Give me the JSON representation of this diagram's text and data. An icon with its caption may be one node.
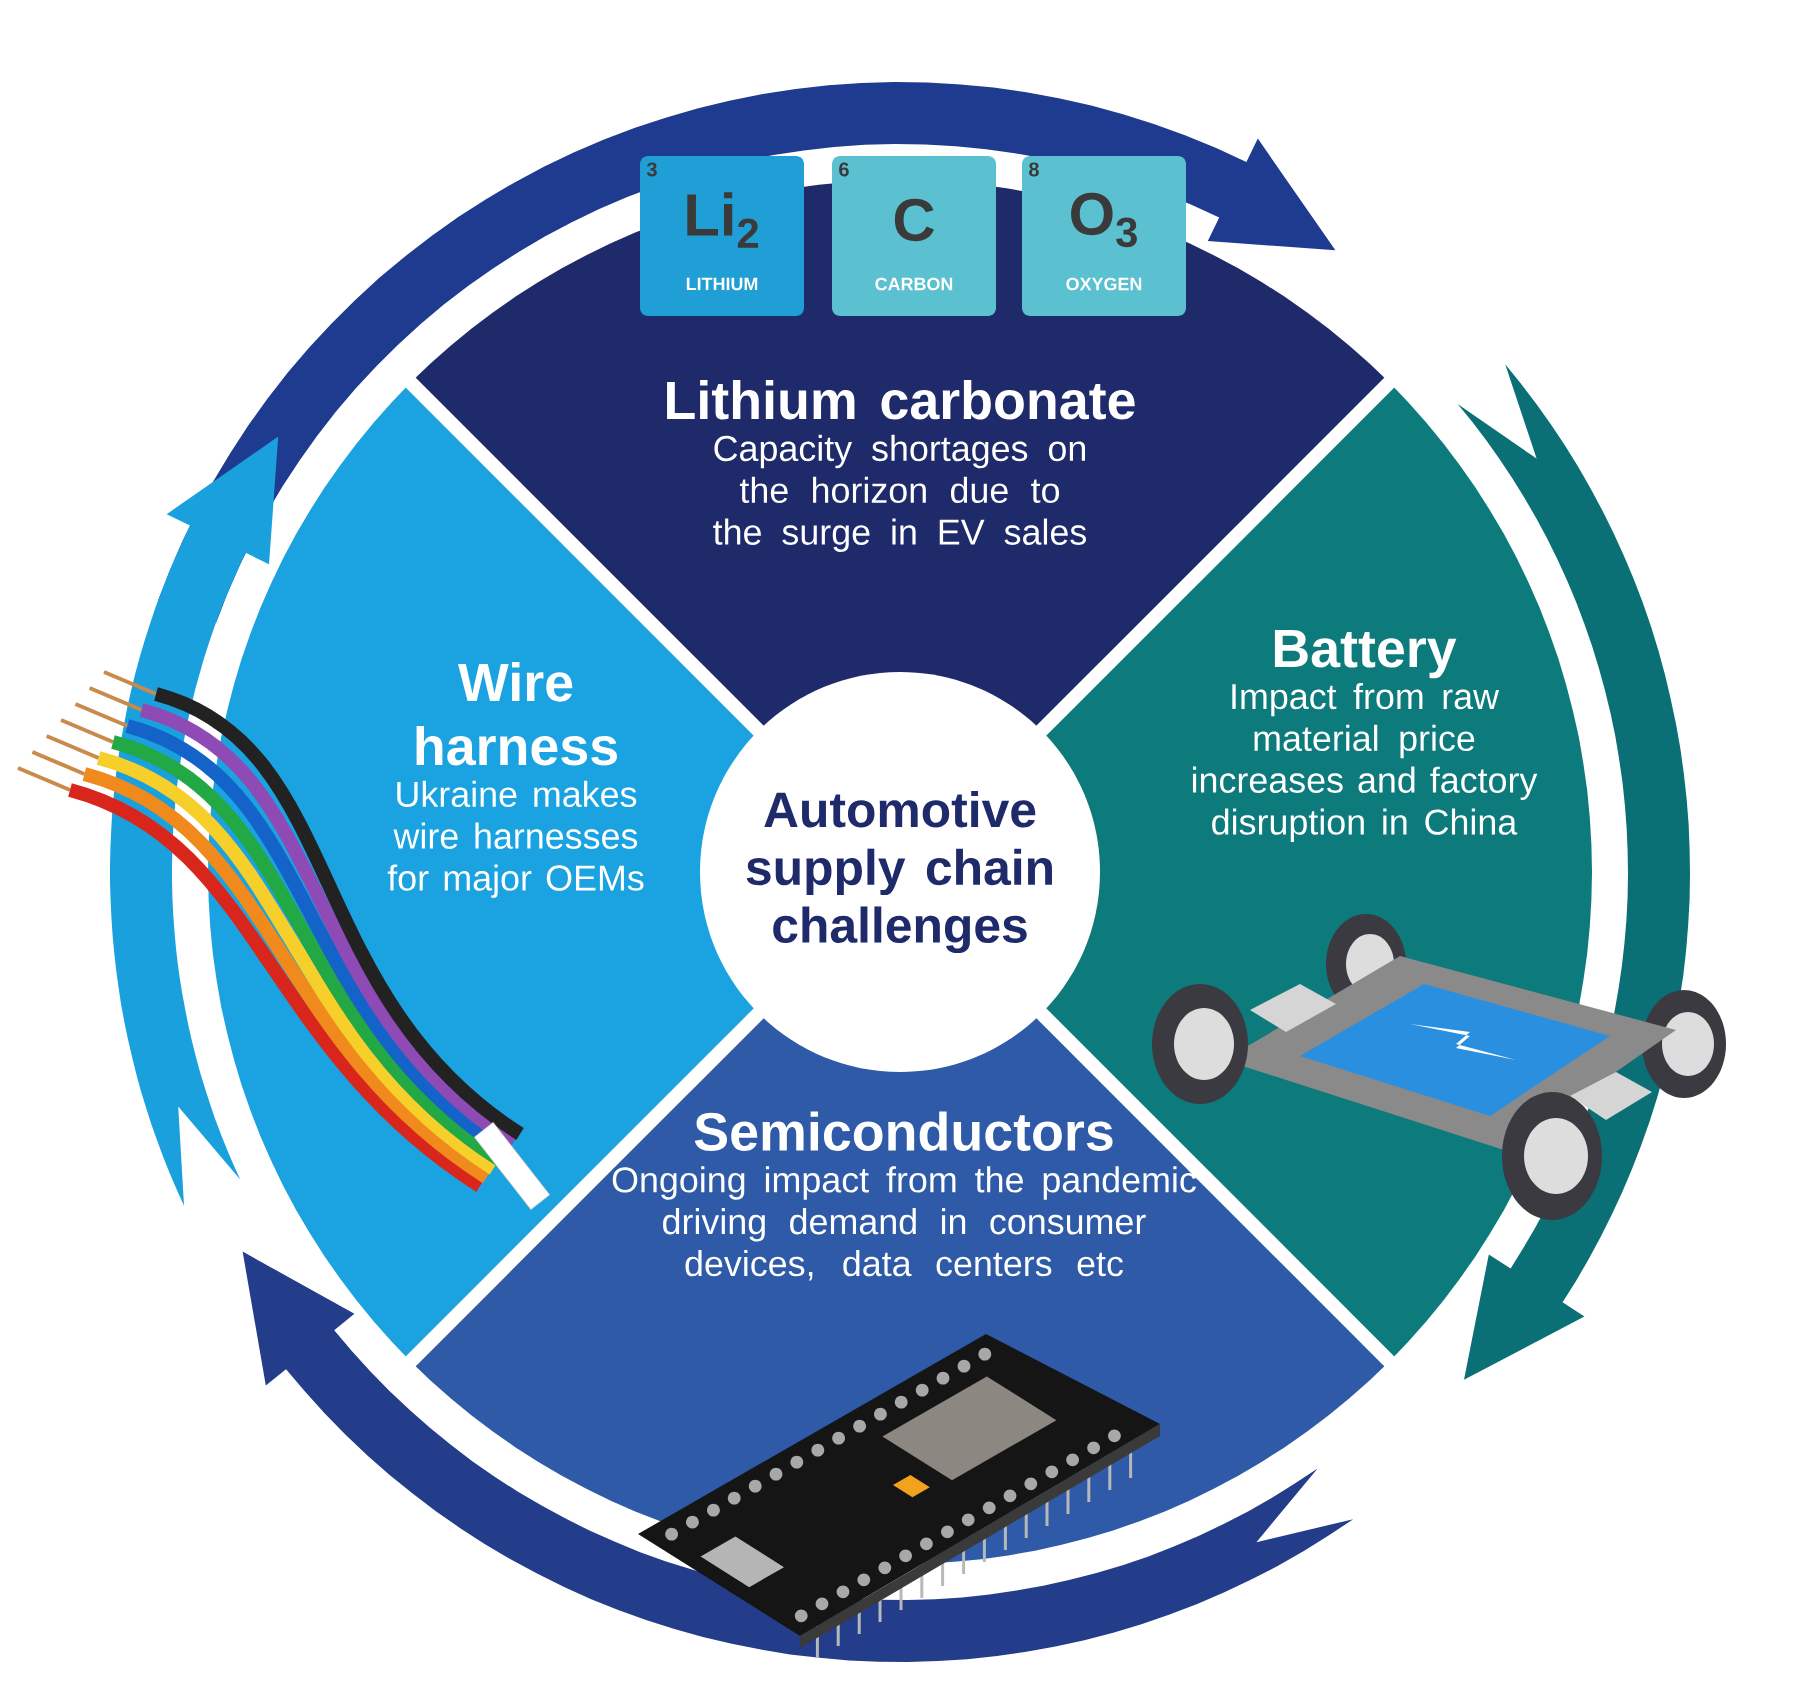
{
  "diagram": {
    "nodes": [
      {
        "text": [
          "Automotive supply chain challenges"
        ]
      },
      {
        "text": [
          "Lithium carbonate",
          "Capacity shortages on the horizon due to the surge in EV sales"
        ]
      },
      {
        "text": [
          "Battery",
          "Impact from raw material price increases and factory disruption in China"
        ]
      },
      {
        "text": [
          "Semiconductors",
          "Ongoing impact from the pandemic driving demand in consumer devices, data centers etc"
        ]
      },
      {
        "text": [
          "Wire harness",
          "Ukraine makes wire harnesses for major OEMs"
        ]
      },
      {
        "text": [
          "3",
          "Li$_{2}$",
          "LITHIUM"
        ],
        "in": 1
      },
      {
        "text": [
          "6",
          "C",
          "CARBON"
        ],
        "in": 1
      },
      {
        "text": [
          "8",
          "O$_{3}$",
          "OXYGEN"
        ],
        "in": 1
      }
    ]
  }
}
